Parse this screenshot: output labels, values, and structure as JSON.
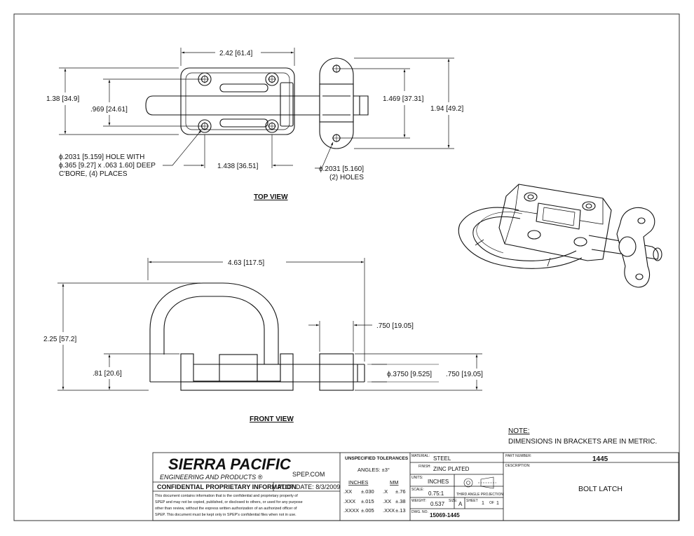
{
  "views": {
    "top": "TOP VIEW",
    "front": "FRONT VIEW"
  },
  "top_view_dims": {
    "width": "2.42",
    "width_mm": "61.4",
    "height": "1.38",
    "height_mm": "34.9",
    "inner_height": ".969",
    "inner_height_mm": "24.61",
    "hole_spacing": "1.438",
    "hole_spacing_mm": "36.51",
    "keeper_holes": "1.469",
    "keeper_holes_mm": "37.31",
    "keeper_height": "1.94",
    "keeper_height_mm": "49.2"
  },
  "callouts": {
    "body_hole_1": "ϕ.2031 [5.159]  HOLE WITH",
    "body_hole_2": "ϕ.365 [9.27] x .063 1.60] DEEP",
    "body_hole_3": "C'BORE, (4) PLACES",
    "keeper_hole_1": "ϕ.2031 [5.160]",
    "keeper_hole_2": "(2) HOLES"
  },
  "front_view_dims": {
    "overall_width": "4.63",
    "overall_width_mm": "117.5",
    "overall_height": "2.25",
    "overall_height_mm": "57.2",
    "base_height": ".81",
    "base_height_mm": "20.6",
    "keeper_width": ".750",
    "keeper_width_mm": "19.05",
    "pin_dia": "ϕ.3750",
    "pin_dia_mm": "9.525",
    "keeper_height": ".750",
    "keeper_height_mm": "19.05"
  },
  "note": {
    "heading": "NOTE:",
    "text": "DIMENSIONS IN BRACKETS ARE IN METRIC."
  },
  "title_block": {
    "company": "SIERRA PACIFIC",
    "subtitle": "ENGINEERING AND PRODUCTS",
    "registered": "®",
    "website": "SPEP.COM",
    "confidential_heading": "CONFIDENTIAL PROPRIETARY INFORMATION",
    "plot_date_label": "PLOT DATE:",
    "plot_date": "8/3/2009",
    "confidential_lines": [
      "This document contains information that is the confidential and proprietary property of",
      "SPEP and may not be copied, published, or disclosed to others, or used for any purpose",
      "other than review, without the express written authorization of an authorized officer of",
      "SPEP. This document must be kept only in SPEP's confidential files when not in use."
    ],
    "tolerances_heading": "UNSPECIFIED TOLERANCES",
    "angles": "ANGLES: ±3°",
    "inches_header": "INCHES",
    "mm_header": "MM",
    "tolerance_rows": [
      {
        "in_fmt": ".XX",
        "in_tol": "±.030",
        "mm_fmt": ".X",
        "mm_tol": "±.76"
      },
      {
        "in_fmt": ".XXX",
        "in_tol": "±.015",
        "mm_fmt": ".XX",
        "mm_tol": "±.38"
      },
      {
        "in_fmt": ".XXXX",
        "in_tol": "±.005",
        "mm_fmt": ".XXX",
        "mm_tol": "±.13"
      }
    ],
    "material_label": "MATERIAL:",
    "material": "STEEL",
    "finish_label": "FINISH:",
    "finish": "ZINC PLATED",
    "units_label": "UNITS:",
    "units": "INCHES",
    "projection_label": "THIRD ANGLE PROJECTION",
    "scale_label": "SCALE:",
    "scale": "0.75:1",
    "weight_label": "WEIGHT:",
    "weight": "0.537",
    "size_label": "SIZE:",
    "size": "A",
    "sheet_label": "SHEET",
    "sheet": "1",
    "of_label": "OF",
    "sheet_total": "1",
    "dwg_label": "DWG. NO.",
    "dwg_no": "15069-1445",
    "part_number_label": "PART NUMBER:",
    "part_number": "1445",
    "description_label": "DESCRIPTION:",
    "description": "BOLT LATCH"
  }
}
